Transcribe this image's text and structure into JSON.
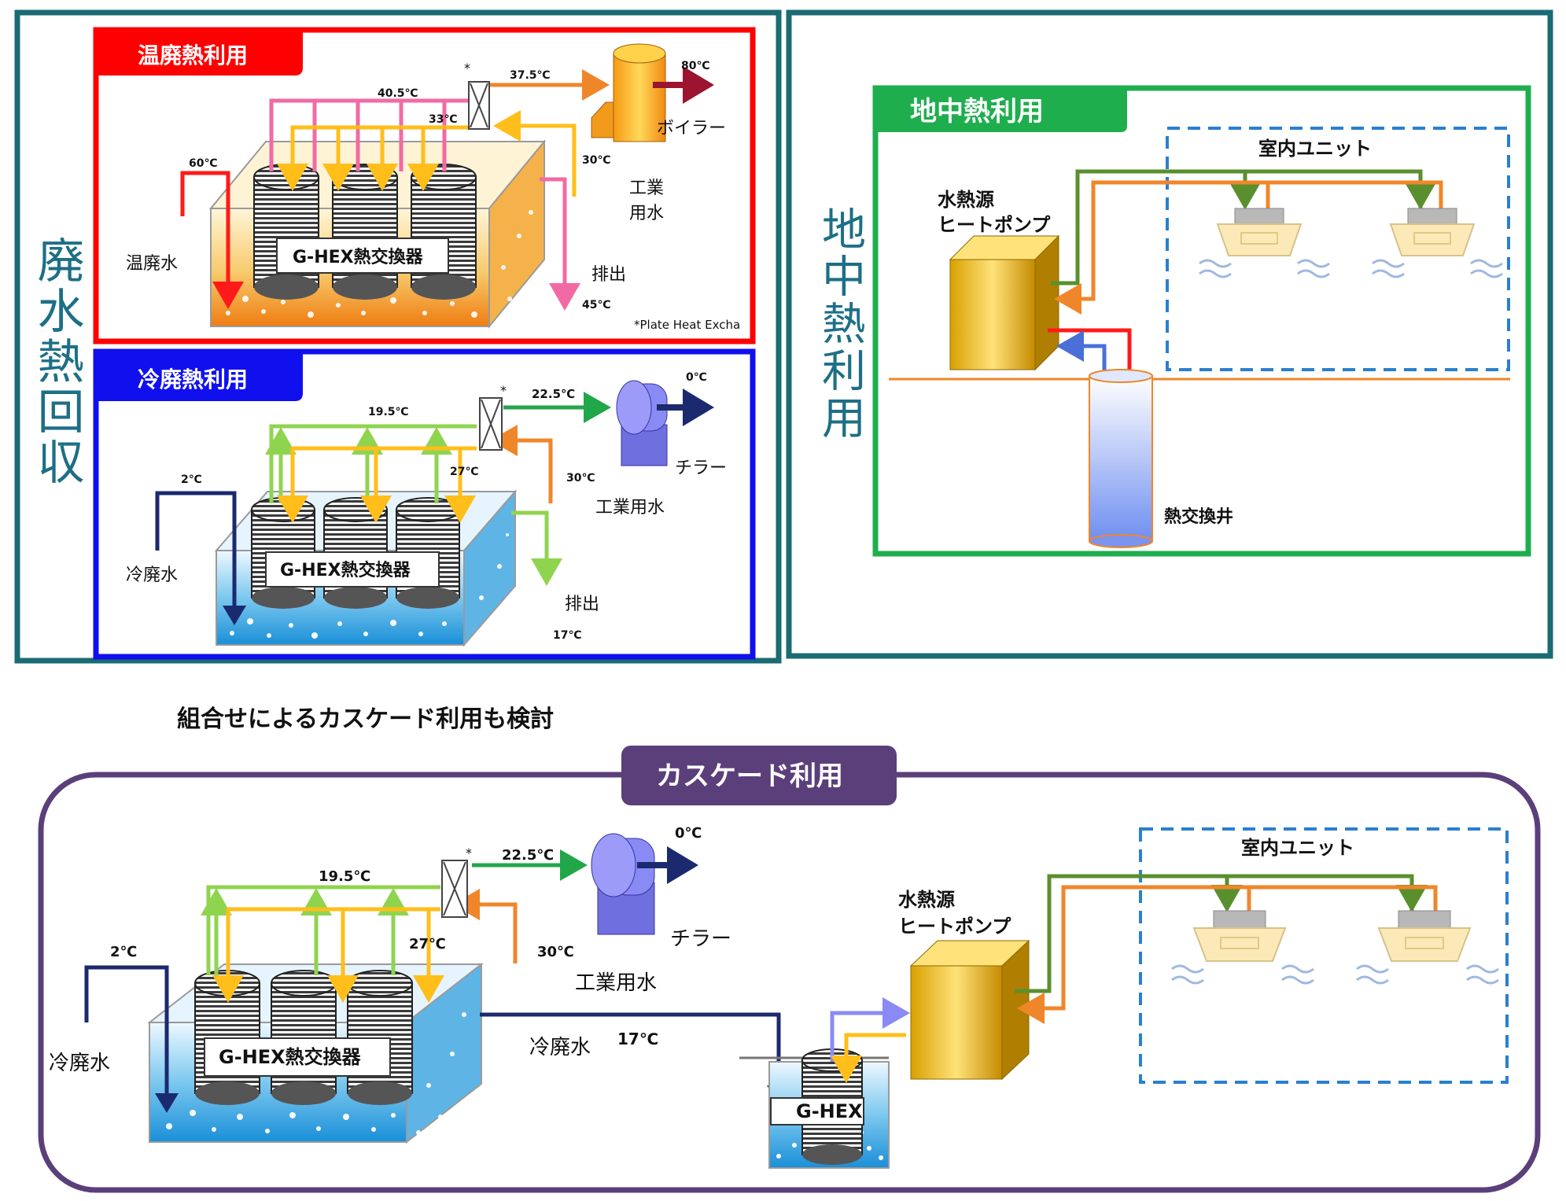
{
  "waste_heat": {
    "title": "廃水熱回収",
    "hot": {
      "label": "温廃熱利用",
      "temp_in": "60℃",
      "source": "温廃水",
      "hex": "G-HEX熱交換器",
      "t_loop": "40.5℃",
      "t_return": "33℃",
      "t_out": "37.5℃",
      "t_boiler": "80℃",
      "boiler": "ボイラー",
      "t_water": "30℃",
      "water_line1": "工業",
      "water_line2": "用水",
      "discharge": "排出",
      "t_discharge": "45℃",
      "note": "*Plate Heat Excha",
      "marker": "*"
    },
    "cold": {
      "label": "冷廃熱利用",
      "temp_in": "2℃",
      "source": "冷廃水",
      "hex": "G-HEX熱交換器",
      "t_loop": "19.5℃",
      "t_return": "27℃",
      "t_out": "22.5℃",
      "t_chiller": "0℃",
      "chiller": "チラー",
      "t_water": "30℃",
      "water": "工業用水",
      "discharge": "排出",
      "t_discharge": "17℃",
      "marker": "*"
    }
  },
  "geothermal": {
    "title": "地中熱利用",
    "label": "地中熱利用",
    "heat_pump_line1": "水熱源",
    "heat_pump_line2": "ヒートポンプ",
    "indoor": "室内ユニット",
    "well": "熱交換井"
  },
  "combo_note": "組合せによるカスケード利用も検討",
  "cascade": {
    "label": "カスケード利用",
    "t_loop": "19.5℃",
    "t_out": "22.5℃",
    "t_chiller": "0℃",
    "chiller": "チラー",
    "t_in": "2℃",
    "t_return": "27℃",
    "t_water": "30℃",
    "water": "工業用水",
    "source": "冷廃水",
    "hex": "G-HEX熱交換器",
    "flow_label": "冷廃水",
    "t_flow": "17℃",
    "small_hex": "G-HEX",
    "heat_pump_line1": "水熱源",
    "heat_pump_line2": "ヒートポンプ",
    "indoor": "室内ユニット",
    "marker": "*"
  },
  "colors": {
    "hot_frame": "#ff0000",
    "cold_frame": "#1010ee",
    "geo_frame": "#1fae4e",
    "cascade_frame": "#5b3f7a",
    "outer_frame": "#1a6b73"
  }
}
